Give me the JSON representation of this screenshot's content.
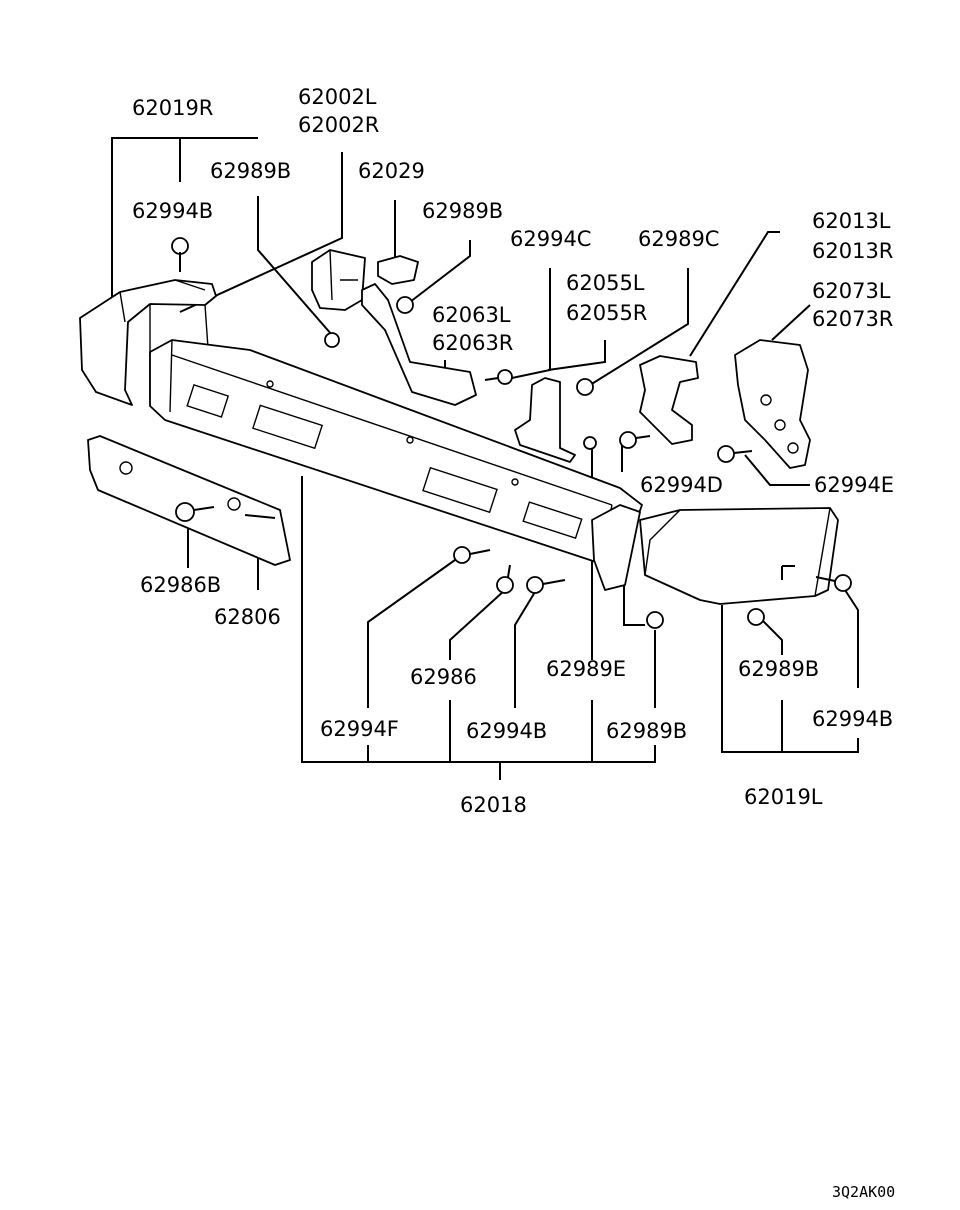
{
  "labels": {
    "p62019R": "62019R",
    "p62002L": "62002L",
    "p62002R": "62002R",
    "p62989B_a": "62989B",
    "p62029": "62029",
    "p62994B_a": "62994B",
    "p62989B_b": "62989B",
    "p62994C": "62994C",
    "p62989C": "62989C",
    "p62013L": "62013L",
    "p62013R": "62013R",
    "p62055L": "62055L",
    "p62055R": "62055R",
    "p62073L": "62073L",
    "p62073R": "62073R",
    "p62063L": "62063L",
    "p62063R": "62063R",
    "p62994D": "62994D",
    "p62994E": "62994E",
    "p62986B": "62986B",
    "p62806": "62806",
    "p62986": "62986",
    "p62989E": "62989E",
    "p62989B_c": "62989B",
    "p62994F": "62994F",
    "p62994B_b": "62994B",
    "p62989B_d": "62989B",
    "p62994B_c": "62994B",
    "p62018": "62018",
    "p62019L": "62019L"
  },
  "figure_code": "3Q2AK00"
}
